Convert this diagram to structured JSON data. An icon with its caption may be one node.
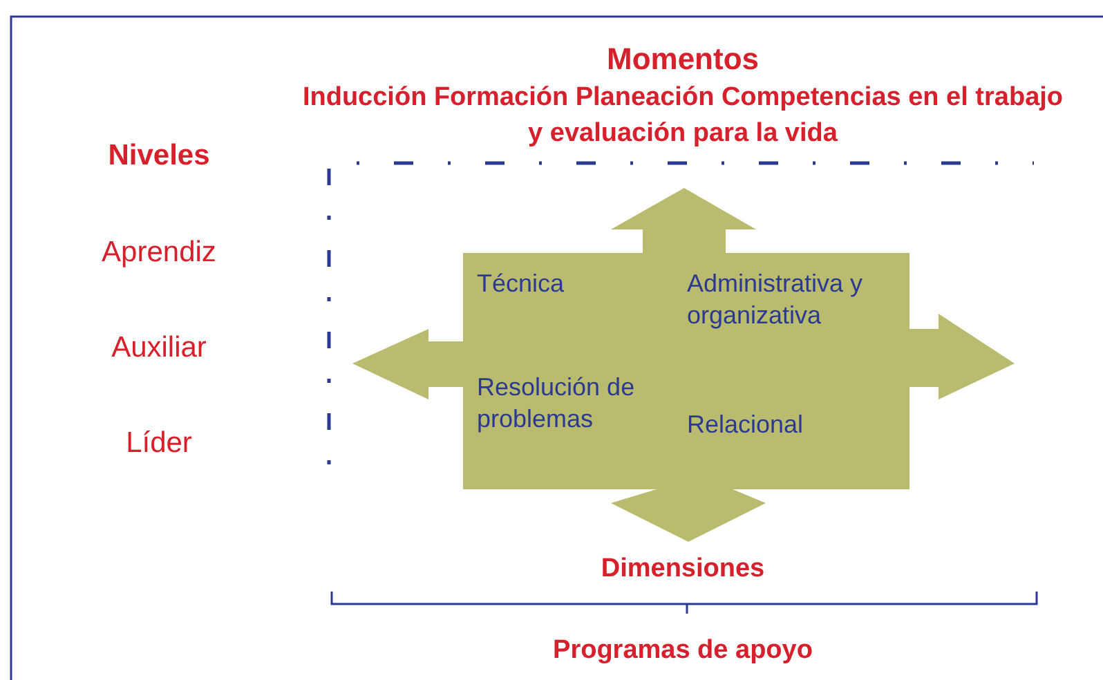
{
  "diagram": {
    "nodes": [
      {
        "text": [
          "Técnica",
          "Administrativa y organizativa",
          "Resolución de problemas",
          "Relacional"
        ]
      }
    ],
    "labels": [
      "Momentos",
      "Inducción Formación Planeación Competencias en el trabajo y evaluación para la vida",
      "Niveles",
      "Aprendiz",
      "Auxiliar",
      "Líder",
      "Dimensiones",
      "Programas de apoyo"
    ]
  }
}
